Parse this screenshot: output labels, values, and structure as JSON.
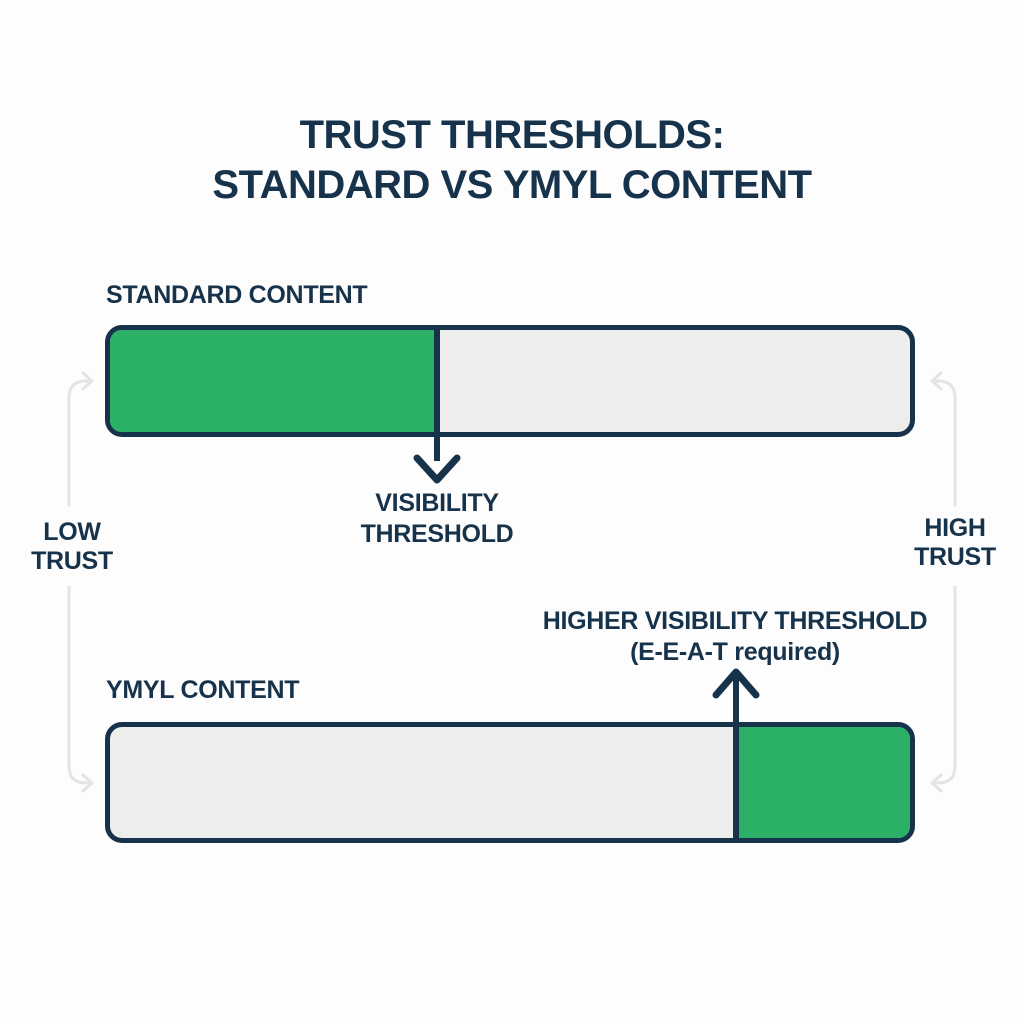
{
  "title": {
    "line1": "TRUST THRESHOLDS:",
    "line2": "STANDARD VS YMYL CONTENT"
  },
  "bars": {
    "standard": {
      "label": "STANDARD CONTENT",
      "green_fill_percent": 41,
      "fill_side": "left",
      "threshold_label": {
        "line1": "VISIBILITY",
        "line2": "THRESHOLD"
      }
    },
    "ymyl": {
      "label": "YMYL CONTENT",
      "green_fill_percent": 22,
      "fill_side": "right",
      "threshold_label": {
        "line1": "HIGHER VISIBILITY THRESHOLD",
        "line2": "(E-E-A-T required)"
      }
    }
  },
  "trust_scale": {
    "low": {
      "line1": "LOW",
      "line2": "TRUST"
    },
    "high": {
      "line1": "HIGH",
      "line2": "TRUST"
    }
  },
  "icons": {
    "down_arrow": "visibility-threshold-marker",
    "up_arrow": "higher-visibility-threshold-marker",
    "left_bracket": "trust-scale-range-left",
    "right_bracket": "trust-scale-range-right"
  },
  "colors": {
    "navy": "#17334b",
    "green": "#2ab166",
    "track_gray": "#ededeb",
    "bracket_gray": "#e4e4e4",
    "background": "#fdfdfd"
  }
}
